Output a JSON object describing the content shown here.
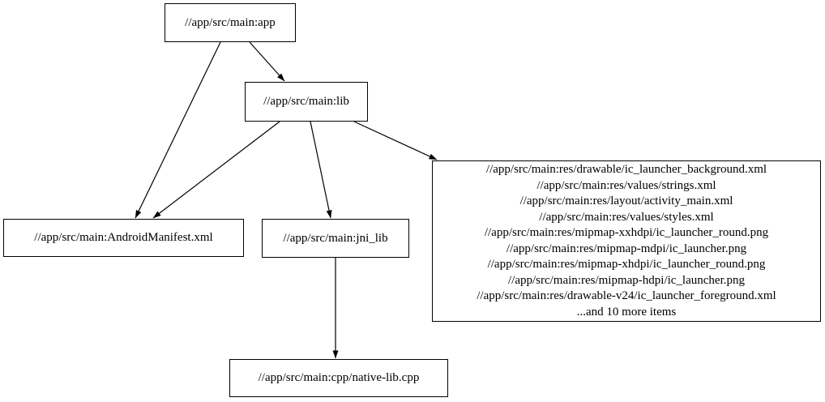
{
  "graph": {
    "title": "build-target-dependency-graph",
    "nodes": {
      "app": {
        "label": "//app/src/main:app"
      },
      "lib": {
        "label": "//app/src/main:lib"
      },
      "android_manifest": {
        "label": "//app/src/main:AndroidManifest.xml"
      },
      "jni_lib": {
        "label": "//app/src/main:jni_lib"
      },
      "native_lib_cpp": {
        "label": "//app/src/main:cpp/native-lib.cpp"
      },
      "resources": {
        "lines": [
          "//app/src/main:res/drawable/ic_launcher_background.xml",
          "//app/src/main:res/values/strings.xml",
          "//app/src/main:res/layout/activity_main.xml",
          "//app/src/main:res/values/styles.xml",
          "//app/src/main:res/mipmap-xxhdpi/ic_launcher_round.png",
          "//app/src/main:res/mipmap-mdpi/ic_launcher.png",
          "//app/src/main:res/mipmap-xhdpi/ic_launcher_round.png",
          "//app/src/main:res/mipmap-hdpi/ic_launcher.png",
          "//app/src/main:res/drawable-v24/ic_launcher_foreground.xml",
          "...and 10 more items"
        ]
      }
    },
    "edges": [
      {
        "from": "app",
        "to": "lib"
      },
      {
        "from": "app",
        "to": "android_manifest"
      },
      {
        "from": "lib",
        "to": "android_manifest"
      },
      {
        "from": "lib",
        "to": "jni_lib"
      },
      {
        "from": "lib",
        "to": "resources"
      },
      {
        "from": "jni_lib",
        "to": "native_lib_cpp"
      }
    ],
    "colors": {
      "background": "#ffffff",
      "node_border": "#000000",
      "edge": "#000000",
      "text": "#000000"
    }
  }
}
